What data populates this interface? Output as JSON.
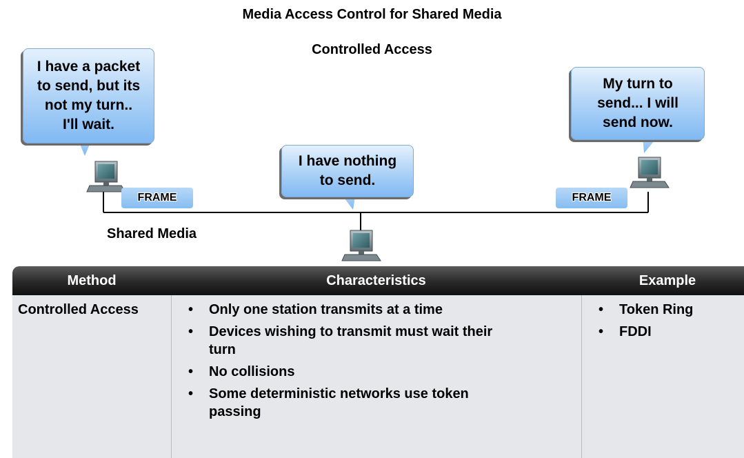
{
  "title": "Media Access Control for Shared Media",
  "subtitle": "Controlled Access",
  "bubbles": {
    "left": [
      "I have a packet",
      "to send, but its",
      "not my turn..",
      "I'll wait."
    ],
    "middle": [
      "I have nothing",
      "to send."
    ],
    "right": [
      "My turn to",
      "send... I will",
      "send now."
    ]
  },
  "frames": {
    "left": "FRAME",
    "right": "FRAME"
  },
  "media_label": "Shared Media",
  "table": {
    "headers": {
      "method": "Method",
      "characteristics": "Characteristics",
      "example": "Example"
    },
    "row": {
      "method": "Controlled Access",
      "characteristics": [
        [
          "Only one station transmits at a time"
        ],
        [
          "Devices wishing to transmit must wait their",
          "turn"
        ],
        [
          "No collisions"
        ],
        [
          "Some deterministic networks use token",
          "passing"
        ]
      ],
      "examples": [
        "Token Ring",
        "FDDI"
      ]
    }
  }
}
